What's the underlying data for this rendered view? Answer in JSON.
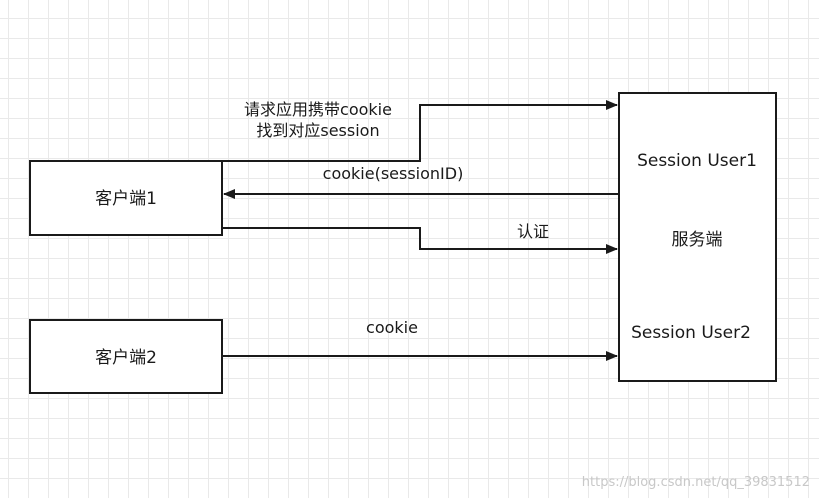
{
  "nodes": {
    "client1": {
      "label": "客户端1"
    },
    "client2": {
      "label": "客户端2"
    },
    "server": {
      "session_user1": "Session User1",
      "label": "服务端",
      "session_user2": "Session User2"
    }
  },
  "edges": {
    "request": {
      "line1": "请求应用携带cookie",
      "line2": "找到对应session"
    },
    "response": {
      "label": "cookie(sessionID)"
    },
    "auth": {
      "label": "认证"
    },
    "client2_cookie": {
      "label": "cookie"
    }
  },
  "watermark": "https://blog.csdn.net/qq_39831512",
  "colors": {
    "stroke": "#1a1a1a",
    "grid": "#e9e9e9",
    "watermark": "#c8c8c8"
  }
}
